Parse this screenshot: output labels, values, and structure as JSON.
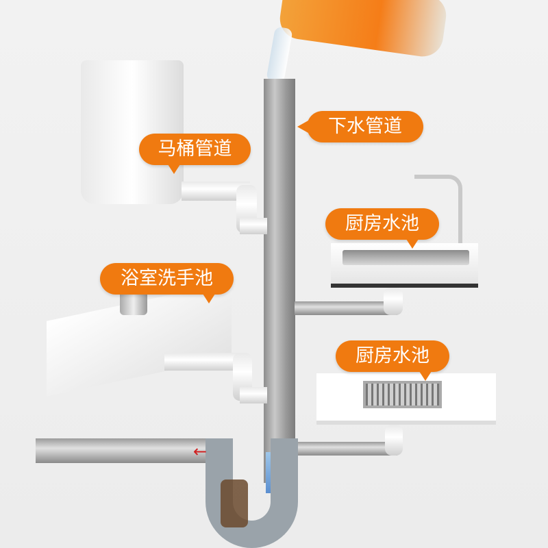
{
  "labels": {
    "main_drain": "下水管道",
    "toilet_pipe": "马桶管道",
    "kitchen_sink": "厨房水池",
    "bathroom_basin": "浴室洗手池",
    "floor_drain": "厨房水池"
  },
  "colors": {
    "accent": "#f07a10",
    "pipe": "#a5a5a5"
  }
}
